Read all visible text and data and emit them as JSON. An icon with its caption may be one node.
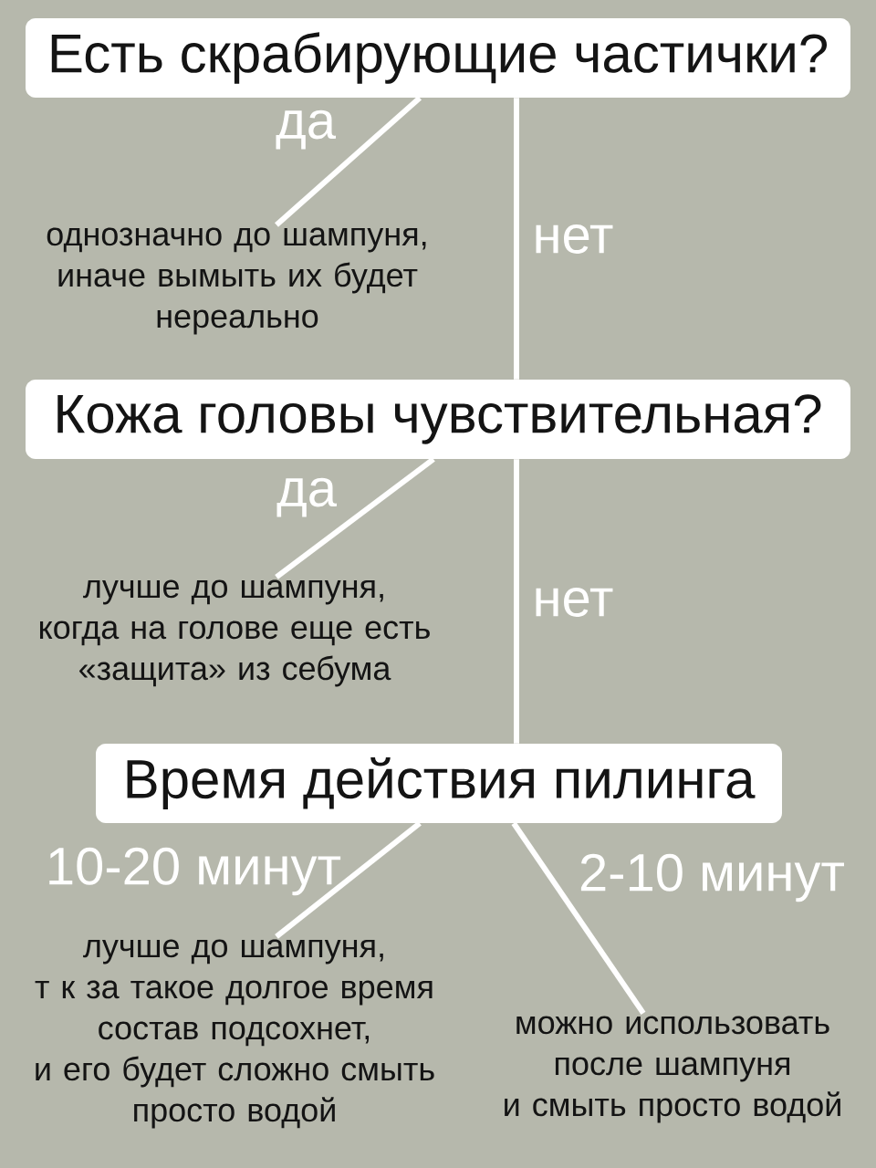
{
  "diagram": {
    "nodes": [
      {
        "text": [
          "Есть скрабирующие частички?"
        ]
      },
      {
        "text": [
          "однозначно до шампуня, иначе вымыть их будет нереально"
        ]
      },
      {
        "text": [
          "Кожа головы чувствительная?"
        ]
      },
      {
        "text": [
          "лучше до шампуня, когда на голове еще есть «защита» из себума"
        ]
      },
      {
        "text": [
          "Время действия пилинга"
        ]
      },
      {
        "text": [
          "лучше до шампуня, т к за такое долгое время состав подсохнет, и его будет сложно смыть просто водой"
        ]
      },
      {
        "text": [
          "можно использовать после шампуня и смыть просто водой"
        ]
      }
    ],
    "edges": [
      {
        "from": 0,
        "to": 1,
        "arrow": "none",
        "label": "да"
      },
      {
        "from": 0,
        "to": 2,
        "arrow": "none",
        "label": "нет"
      },
      {
        "from": 2,
        "to": 3,
        "arrow": "none",
        "label": "да"
      },
      {
        "from": 2,
        "to": 4,
        "arrow": "none",
        "label": "нет"
      },
      {
        "from": 4,
        "to": 5,
        "arrow": "none",
        "label": "10-20 минут"
      },
      {
        "from": 4,
        "to": 6,
        "arrow": "none",
        "label": "2-10 минут"
      }
    ]
  }
}
